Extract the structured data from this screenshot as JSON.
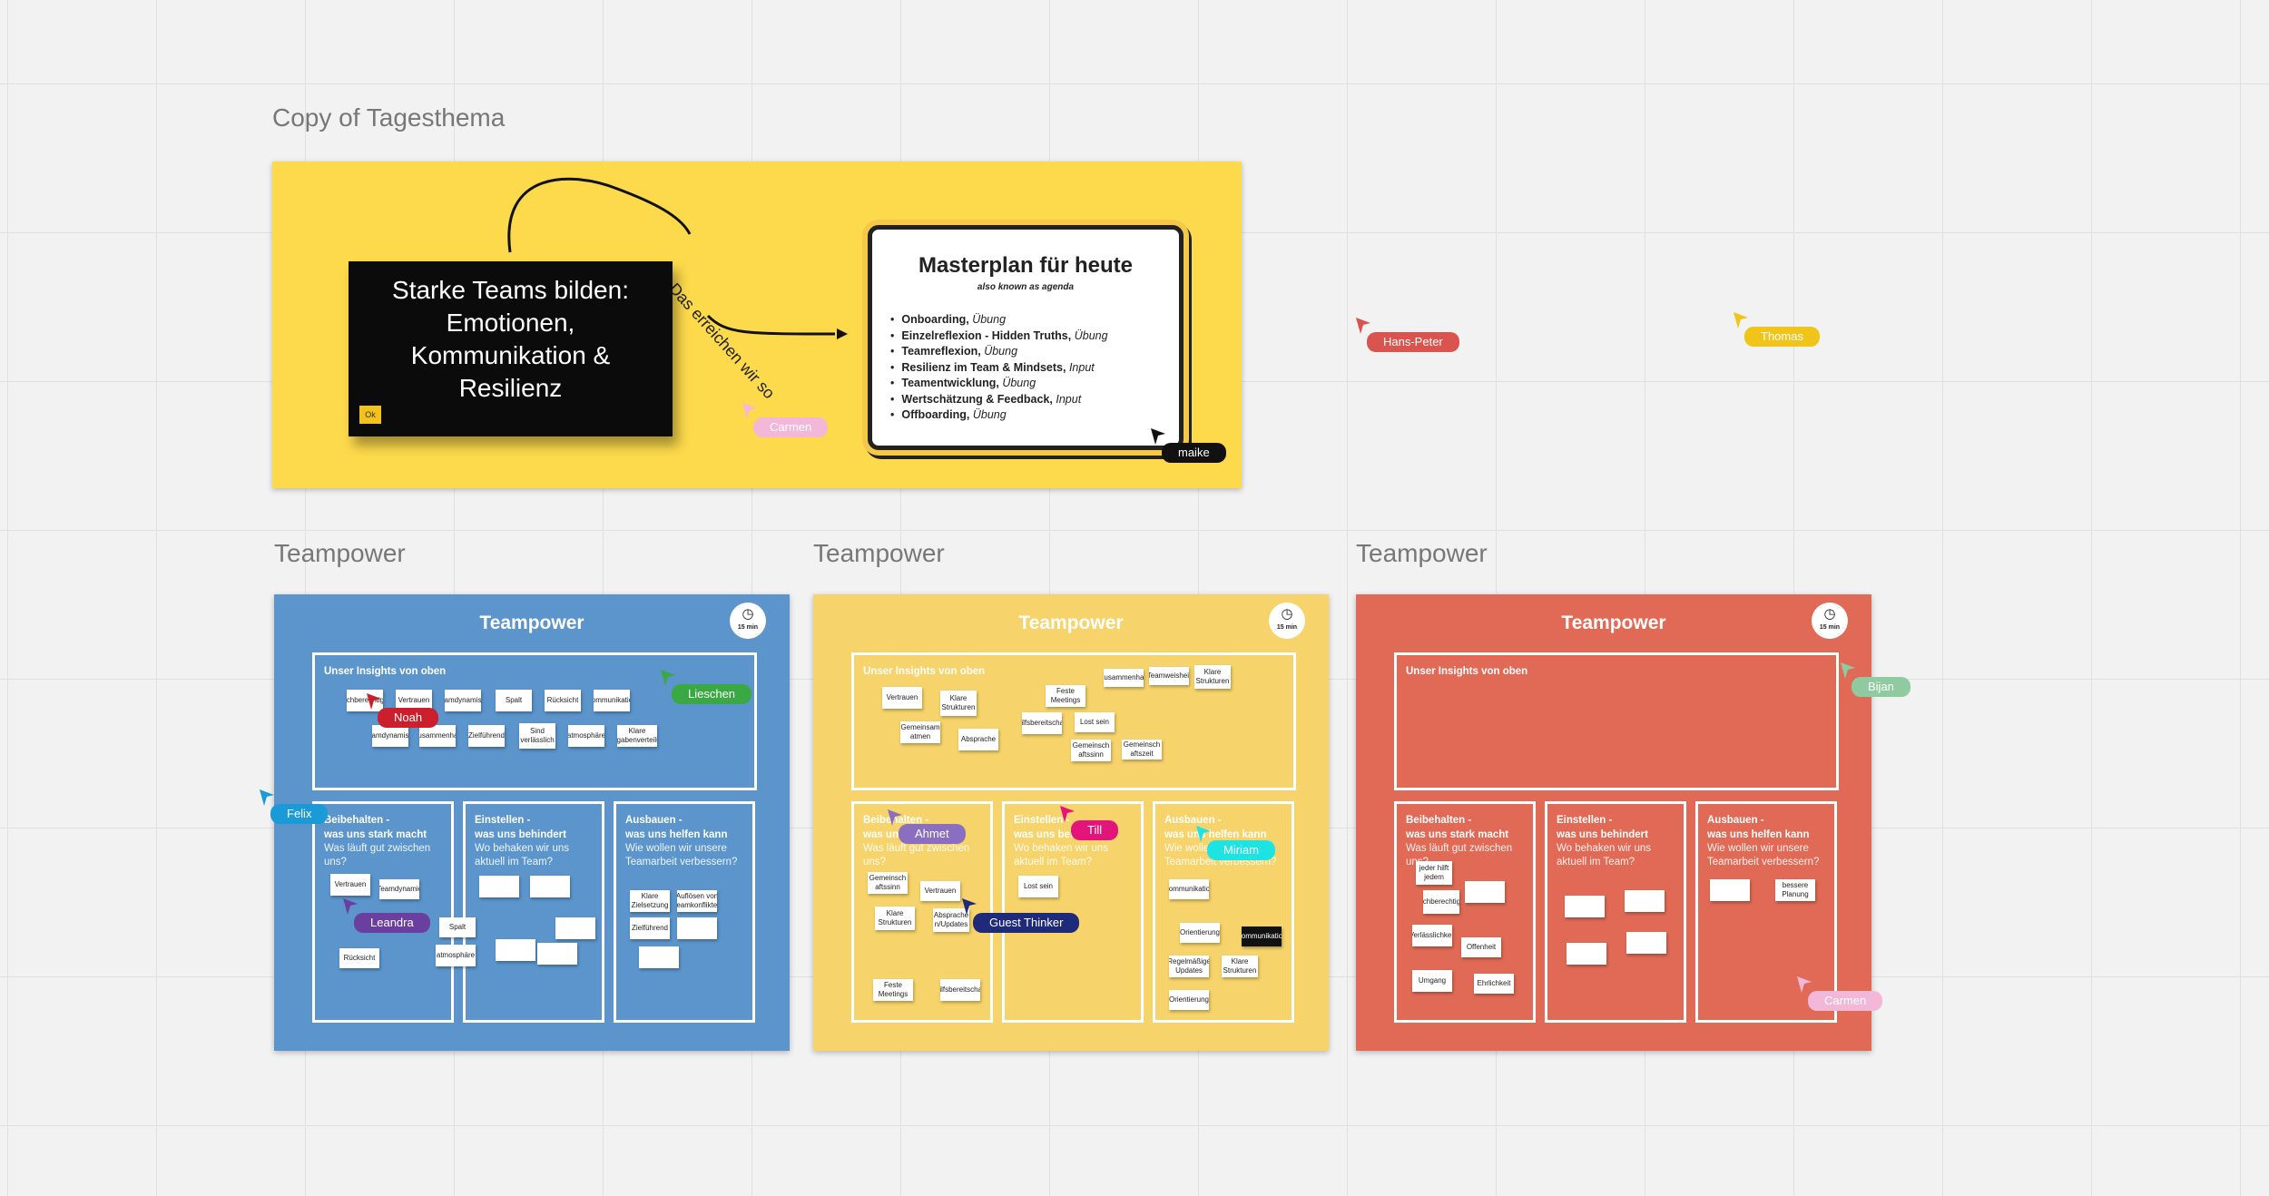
{
  "hero": {
    "frame_title": "Copy of Tagesthema",
    "blackboard_text": "Starke Teams bilden: Emotionen, Kommunikation & Resilienz",
    "blackboard_chip": "Ok",
    "curve_label": "Das erreichen wir so",
    "agenda": {
      "title": "Masterplan für heute",
      "subtitle": "also known as agenda",
      "items": [
        {
          "name": "Onboarding,",
          "type": "Übung"
        },
        {
          "name": "Einzelreflexion - Hidden Truths,",
          "type": "Übung"
        },
        {
          "name": "Teamreflexion,",
          "type": "Übung"
        },
        {
          "name": "Resilienz im Team & Mindsets,",
          "type": "Input"
        },
        {
          "name": "Teamentwicklung,",
          "type": "Übung"
        },
        {
          "name": "Wertschätzung & Feedback,",
          "type": "Input"
        },
        {
          "name": "Offboarding,",
          "type": "Übung"
        }
      ]
    }
  },
  "boards": [
    {
      "frame_title": "Teampower",
      "color": "#5b95cc",
      "header": "Teampower",
      "timer": "15 min",
      "insights_label": "Unser Insights von oben",
      "col1_label": "Beibehalten -\nwas uns stark macht",
      "col1_question": "Was läuft gut zwischen uns?",
      "col2_label": "Einstellen -\nwas uns behindert",
      "col2_question": "Wo behaken wir uns aktuell im Team?",
      "col3_label": "Ausbauen -\nwas uns helfen kann",
      "col3_question": "Wie wollen wir unsere Teamarbeit verbessern?",
      "notes": [
        "Gleichberechtigung",
        "Vertrauen",
        "Teamdynamisch",
        "Spalt",
        "Rücksicht",
        "Kommunikation",
        "Teamdynamisch",
        "Zusammenhalt",
        "Zielführend",
        "Sind verlässlich",
        "atmosphäre",
        "Klare Aufgabenverteilung",
        "Vertrauen",
        "Teamdynamic",
        "Rücksicht",
        "Spalt",
        "atmosphäre",
        "Klare Zielsetzung",
        "Auflösen von Teamkonflikten",
        "Zielführend"
      ]
    },
    {
      "frame_title": "Teampower",
      "color": "#f6d36b",
      "header": "Teampower",
      "timer": "15 min",
      "insights_label": "Unser Insights von oben",
      "col1_label": "Beibehalten -\nwas uns stark macht",
      "col1_question": "Was läuft gut zwischen uns?",
      "col2_label": "Einstellen -\nwas uns behindert",
      "col2_question": "Wo behaken wir uns aktuell im Team?",
      "col3_label": "Ausbauen -\nwas uns helfen kann",
      "col3_question": "Wie wollen wir unsere Teamarbeit verbessern?",
      "notes": [
        "Vertrauen",
        "Klare Strukturen",
        "Feste Meetings",
        "Hilfsbereitschaft",
        "Lost sein",
        "Gemeinsam atmen",
        "Absprache",
        "Gemeinsch aftszeit",
        "Zusammenhalt",
        "Teamweisheit",
        "Klare Strukturen",
        "Gemeinsch aftssinn",
        "Vertrauen",
        "Klare Strukturen",
        "Absprache n/Updates",
        "Gemeinsch aftssinn",
        "Feste Meetings",
        "Hilfsbereitschaft",
        "Lost sein",
        "Kommunikation",
        "Orientierung",
        "Regelmäßige Updates",
        "Klare Strukturen",
        "Orientierung",
        "Kommunikation"
      ]
    },
    {
      "frame_title": "Teampower",
      "color": "#e06a55",
      "header": "Teampower",
      "timer": "15 min",
      "insights_label": "Unser Insights von oben",
      "col1_label": "Beibehalten -\nwas uns stark macht",
      "col1_question": "Was läuft gut zwischen uns?",
      "col2_label": "Einstellen -\nwas uns behindert",
      "col2_question": "Wo behaken wir uns aktuell im Team?",
      "col3_label": "Ausbauen -\nwas uns helfen kann",
      "col3_question": "Wie wollen wir unsere Teamarbeit verbessern?",
      "notes": [
        "jeder hilft jedem",
        "Gleichberechtigung",
        "Verlässlichkeit",
        "Offenheit",
        "Umgang",
        "Ehrlichkeit",
        "bessere Planung"
      ]
    }
  ],
  "cursors": [
    {
      "name": "Carmen",
      "color": "#f3b8d8"
    },
    {
      "name": "maike",
      "color": "#111111"
    },
    {
      "name": "Hans-Peter",
      "color": "#d9534f"
    },
    {
      "name": "Thomas",
      "color": "#f0c419"
    },
    {
      "name": "Noah",
      "color": "#cc1f2d"
    },
    {
      "name": "Lieschen",
      "color": "#3aa843"
    },
    {
      "name": "Felix",
      "color": "#1a9ad6"
    },
    {
      "name": "Leandra",
      "color": "#6a3fa0"
    },
    {
      "name": "Ahmet",
      "color": "#8a6fc1"
    },
    {
      "name": "Till",
      "color": "#e3157a"
    },
    {
      "name": "Miriam",
      "color": "#1ee3e3"
    },
    {
      "name": "Guest Thinker",
      "color": "#1f2a7a"
    },
    {
      "name": "Bijan",
      "color": "#8fcaa0"
    },
    {
      "name": "Carmen",
      "color": "#f3b8d8"
    }
  ]
}
